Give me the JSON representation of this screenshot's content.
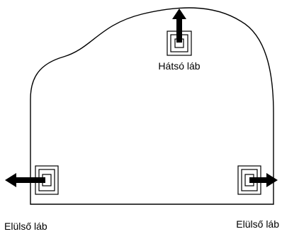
{
  "labels": {
    "rear_leg": "Hátsó láb",
    "front_leg_left": "Elülső láb",
    "front_leg_right": "Elülső láb"
  },
  "colors": {
    "outline": "#000000",
    "arrow": "#000000",
    "background": "#ffffff"
  }
}
